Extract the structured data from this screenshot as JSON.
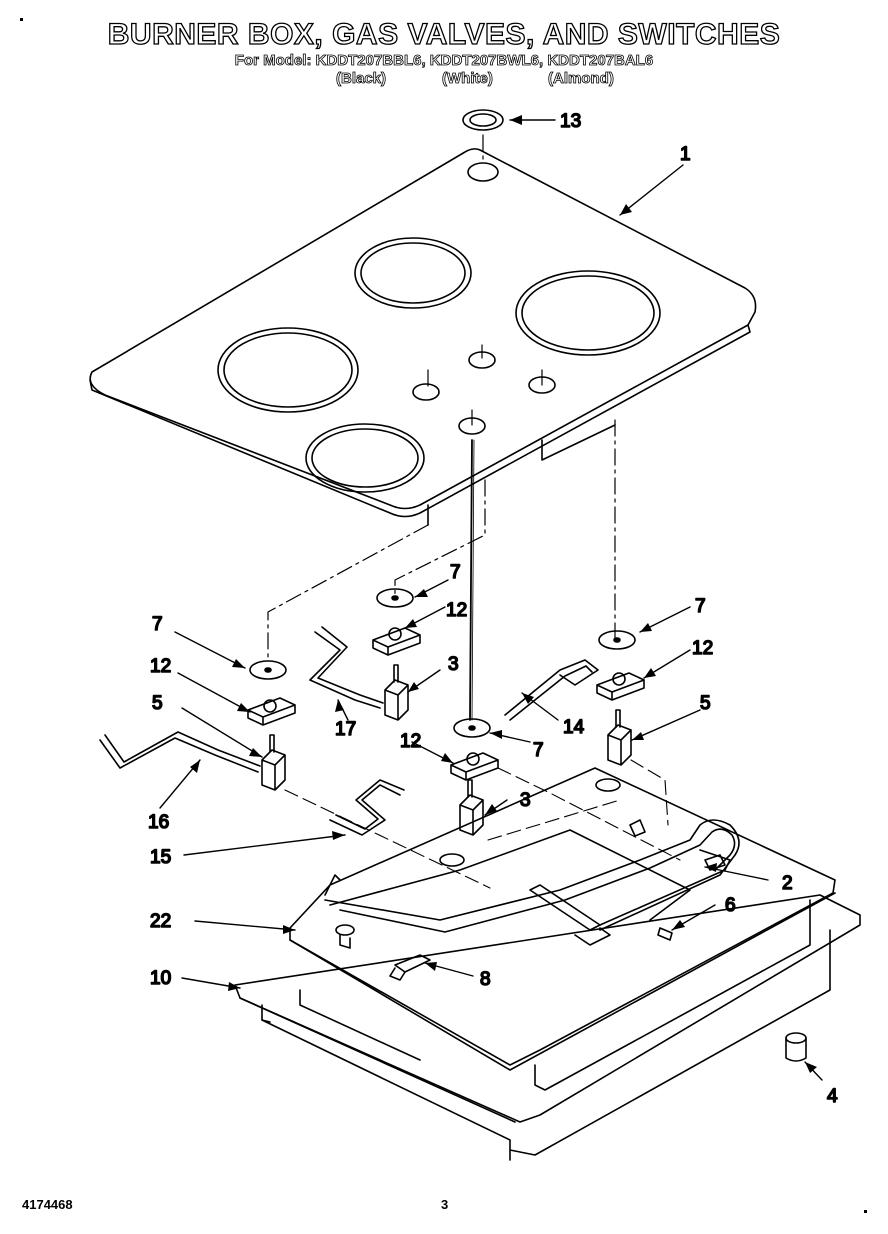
{
  "header": {
    "title": "BURNER BOX, GAS VALVES, AND SWITCHES",
    "models": "For Model: KDDT207BBL6, KDDT207BWL6, KDDT207BAL6",
    "colors": [
      "(Black)",
      "(White)",
      "(Almond)"
    ]
  },
  "callouts": [
    {
      "id": "c13",
      "text": "13"
    },
    {
      "id": "c1",
      "text": "1"
    },
    {
      "id": "c7a",
      "text": "7"
    },
    {
      "id": "c7b",
      "text": "7"
    },
    {
      "id": "c7c",
      "text": "7"
    },
    {
      "id": "c7d",
      "text": "7"
    },
    {
      "id": "c12a",
      "text": "12"
    },
    {
      "id": "c12b",
      "text": "12"
    },
    {
      "id": "c12c",
      "text": "12"
    },
    {
      "id": "c12d",
      "text": "12"
    },
    {
      "id": "c3a",
      "text": "3"
    },
    {
      "id": "c3b",
      "text": "3"
    },
    {
      "id": "c5a",
      "text": "5"
    },
    {
      "id": "c5b",
      "text": "5"
    },
    {
      "id": "c14",
      "text": "14"
    },
    {
      "id": "c17",
      "text": "17"
    },
    {
      "id": "c16",
      "text": "16"
    },
    {
      "id": "c15",
      "text": "15"
    },
    {
      "id": "c2",
      "text": "2"
    },
    {
      "id": "c6",
      "text": "6"
    },
    {
      "id": "c22",
      "text": "22"
    },
    {
      "id": "c10",
      "text": "10"
    },
    {
      "id": "c8",
      "text": "8"
    },
    {
      "id": "c4",
      "text": "4"
    }
  ],
  "footer": {
    "part_number": "4174468",
    "page_number": "3"
  }
}
